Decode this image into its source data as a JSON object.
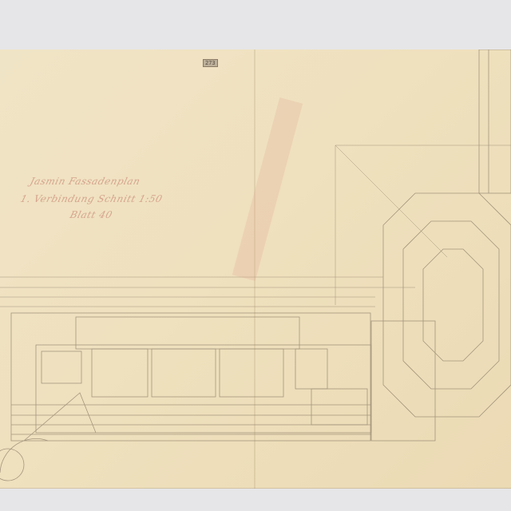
{
  "sheet": {
    "stamp": "273",
    "title_lines": [
      "Jasmin Fassadenplan",
      "1. Verbindung Schnitt 1:50",
      "Blatt 40"
    ]
  },
  "colors": {
    "paper": "#efe2c2",
    "ink": "#8b7d68",
    "pencil": "#d29a86",
    "background": "#e6e6e8"
  }
}
